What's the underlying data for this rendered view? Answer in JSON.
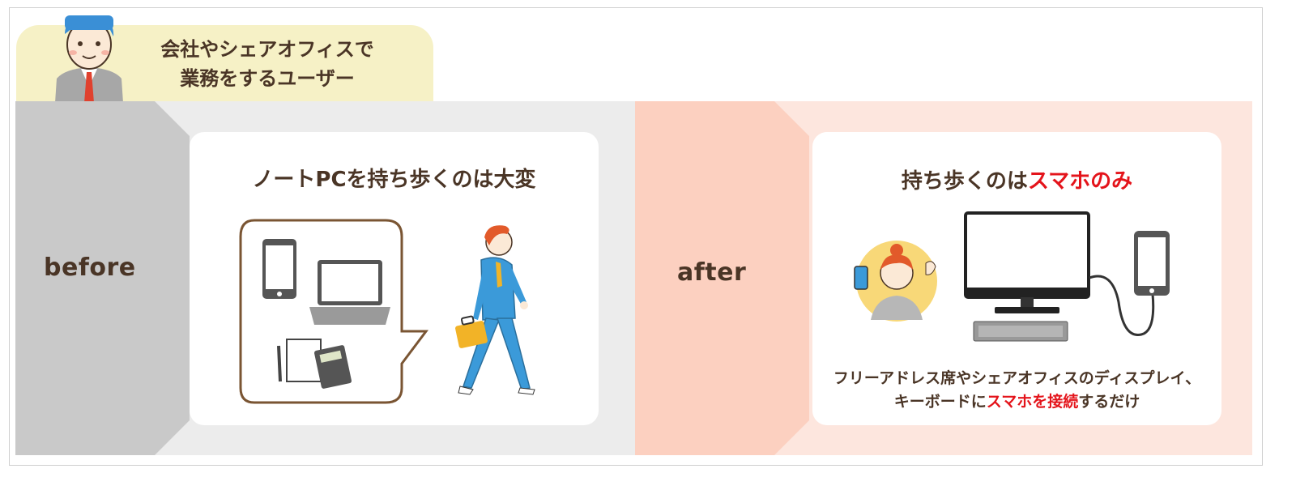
{
  "header": {
    "user_line1": "会社やシェアオフィスで",
    "user_line2": "業務をするユーザー"
  },
  "before": {
    "label": "before",
    "title": "ノートPCを持ち歩くのは大変"
  },
  "after": {
    "label": "after",
    "title_plain": "持ち歩くのは",
    "title_highlight": "スマホのみ",
    "desc_line1": "フリーアドレス席やシェアオフィスのディスプレイ、",
    "desc_line2_a": "キーボードに",
    "desc_line2_b": "スマホを接続",
    "desc_line2_c": "するだけ"
  },
  "colors": {
    "text": "#4a3526",
    "highlight": "#e4141b",
    "before_band": "#ececec",
    "before_chevron": "#c9c9c9",
    "after_band": "#fde6de",
    "after_chevron": "#fcd0c0",
    "user_tab": "#f6f1c6"
  }
}
